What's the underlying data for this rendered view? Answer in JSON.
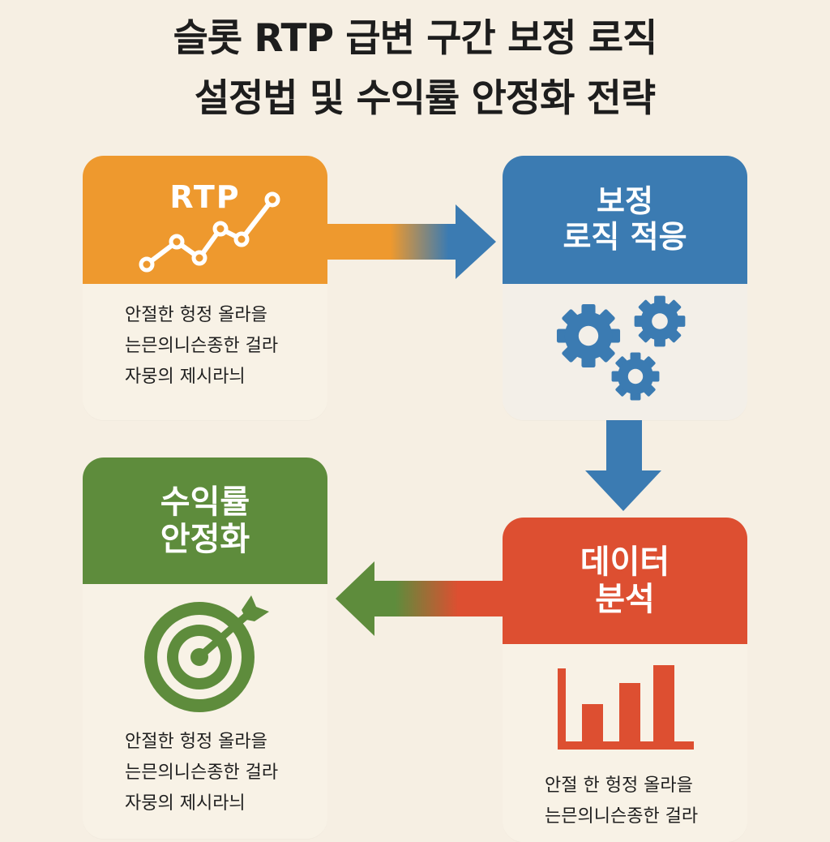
{
  "title": {
    "line1": "슬롯 RTP 급변 구간 보정 로직",
    "line2": "설정법 및 수익률 안정화 전략"
  },
  "cards": {
    "rtp": {
      "heading": "RTP",
      "icon": "line-chart-icon",
      "color": "#ee992e",
      "desc": [
        "안절한 헝정 올라을",
        "는믄의니슨종한 걸라",
        "자뭉의 제시라늬"
      ]
    },
    "correction": {
      "heading_line1": "보정",
      "heading_line2": "로직 적응",
      "icon": "gears-icon",
      "color": "#3b7bb2"
    },
    "data": {
      "heading_line1": "데이터",
      "heading_line2": "분석",
      "icon": "bar-chart-icon",
      "color": "#dd4f31",
      "desc": [
        "안절 한 헝정 올라을",
        "는믄의니슨종한 걸라"
      ]
    },
    "profit": {
      "heading_line1": "수익률",
      "heading_line2": "안정화",
      "icon": "target-icon",
      "color": "#5e8c3c",
      "desc": [
        "안절한 헝정 올라을",
        "는믄의니슨종한 걸라",
        "자뭉의 제시라늬"
      ]
    }
  }
}
